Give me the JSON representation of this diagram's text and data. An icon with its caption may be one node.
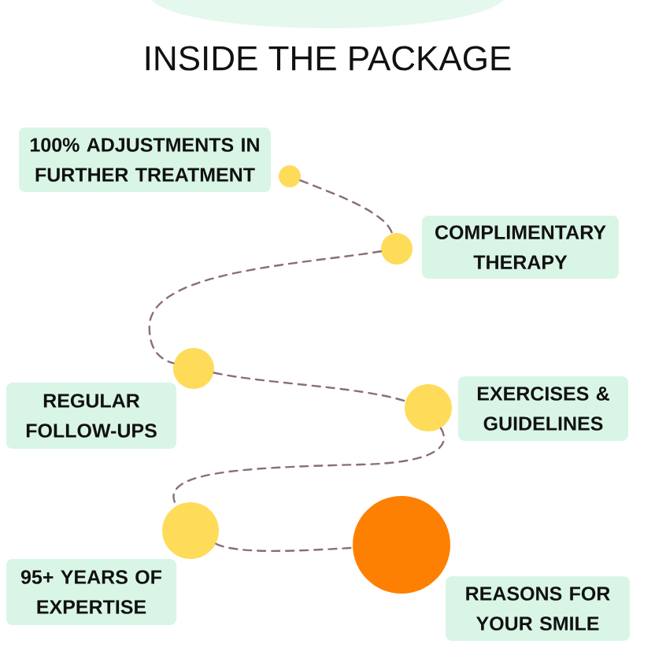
{
  "diagram": {
    "title": "INSIDE THE PACKAGE",
    "nodes": [
      {
        "text": [
          "100% ADJUSTMENTS IN FURTHER TREATMENT"
        ]
      },
      {
        "text": [],
        "shape": "circle"
      },
      {
        "text": [
          "COMPLIMENTARY THERAPY"
        ]
      },
      {
        "text": [],
        "shape": "circle"
      },
      {
        "text": [],
        "shape": "circle"
      },
      {
        "text": [
          "REGULAR FOLLOW-UPS"
        ]
      },
      {
        "text": [],
        "shape": "circle"
      },
      {
        "text": [
          "EXERCISES & GUIDELINES"
        ]
      },
      {
        "text": [],
        "shape": "circle"
      },
      {
        "text": [],
        "shape": "circle"
      },
      {
        "text": [
          "95+ YEARS OF EXPERTISE"
        ]
      },
      {
        "text": [
          "REASONS FOR YOUR SMILE"
        ]
      }
    ],
    "edges": [
      {
        "from": 1,
        "to": 3,
        "arrow": "none",
        "style": "dashed"
      },
      {
        "from": 3,
        "to": 4,
        "arrow": "none",
        "style": "dashed"
      },
      {
        "from": 4,
        "to": 6,
        "arrow": "none",
        "style": "dashed"
      },
      {
        "from": 6,
        "to": 8,
        "arrow": "none",
        "style": "dashed"
      },
      {
        "from": 8,
        "to": 9,
        "arrow": "none",
        "style": "dashed"
      }
    ]
  }
}
